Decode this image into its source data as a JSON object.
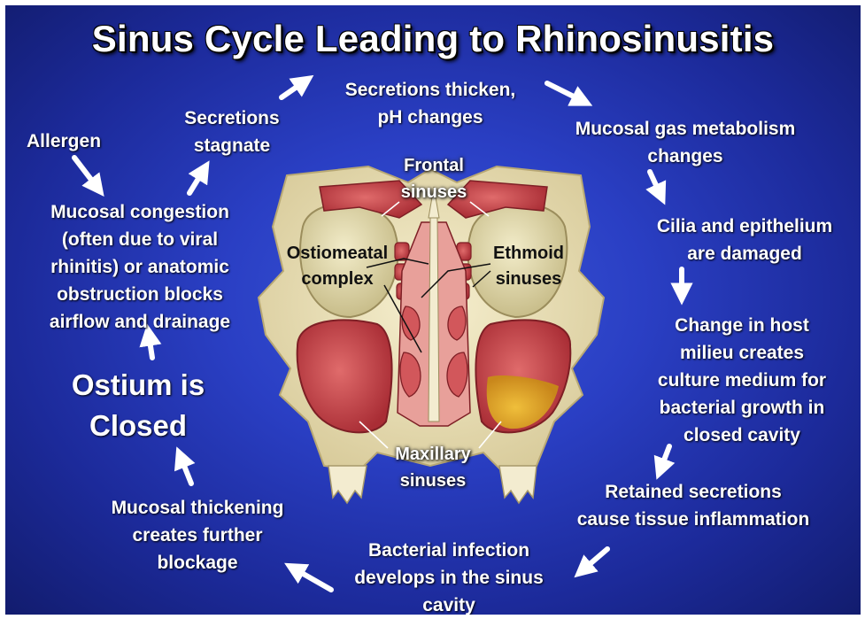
{
  "title": "Sinus Cycle Leading to Rhinosinusitis",
  "cycle": {
    "allergen": "Allergen",
    "congestion": [
      "Mucosal congestion",
      "(often due to viral",
      "rhinitis) or anatomic",
      "obstruction blocks",
      "airflow and drainage"
    ],
    "stagnate": [
      "Secretions",
      "stagnate"
    ],
    "thicken": [
      "Secretions thicken,",
      "pH changes"
    ],
    "gas": [
      "Mucosal gas metabolism",
      "changes"
    ],
    "cilia": [
      "Cilia and epithelium",
      "are damaged"
    ],
    "milieu": [
      "Change in host",
      "milieu creates",
      "culture medium for",
      "bacterial growth in",
      "closed cavity"
    ],
    "retained": [
      "Retained secretions",
      "cause tissue inflammation"
    ],
    "infection": [
      "Bacterial infection",
      "develops in the sinus",
      "cavity"
    ],
    "thickening": [
      "Mucosal thickening",
      "creates further",
      "blockage"
    ],
    "ostium": [
      "Ostium is",
      "Closed"
    ]
  },
  "anatomy": {
    "frontal": [
      "Frontal",
      "sinuses"
    ],
    "ostiomeatal": [
      "Ostiomeatal",
      "complex"
    ],
    "ethmoid": [
      "Ethmoid",
      "sinuses"
    ],
    "maxillary": [
      "Maxillary",
      "sinuses"
    ]
  },
  "colors": {
    "background": "#2a3fc4",
    "bone": "#efe6c2",
    "mucosa": "#c8474a",
    "text": "#ffffff"
  }
}
